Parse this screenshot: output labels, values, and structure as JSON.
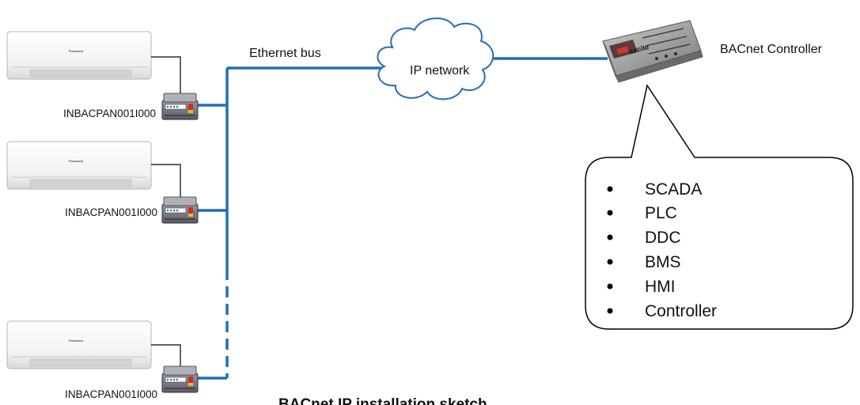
{
  "labels": {
    "ethernet_bus": "Ethernet bus",
    "ip_network": "IP network",
    "controller": "BACnet Controller",
    "title": "BACnet IP installation sketch"
  },
  "units": [
    {
      "gateway_label": "INBACPAN001I000",
      "brand": "Panasonic"
    },
    {
      "gateway_label": "INBACPAN001I000",
      "brand": "Panasonic"
    },
    {
      "gateway_label": "INBACPAN001I000",
      "brand": "Panasonic"
    }
  ],
  "controller_brand": "excite",
  "callout_items": [
    "SCADA",
    "PLC",
    "DDC",
    "BMS",
    "HMI",
    "Controller"
  ],
  "colors": {
    "bus": "#1f6fb7",
    "cloud_stroke": "#2a6db3",
    "line": "#000000"
  }
}
